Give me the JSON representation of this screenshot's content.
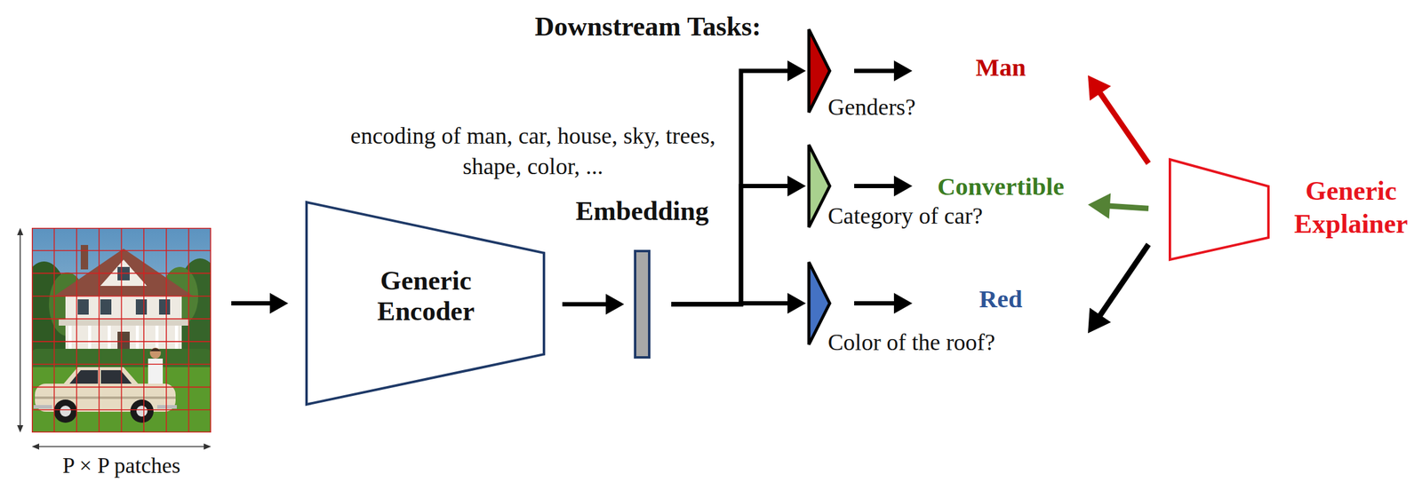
{
  "diagram": {
    "nodes": [
      {
        "text": [
          "P × P patches"
        ]
      },
      {
        "text": [
          "Generic Encoder"
        ]
      },
      {
        "text": [
          "Embedding"
        ]
      },
      {
        "text": [
          "Genders?"
        ]
      },
      {
        "text": [
          "Category of car?"
        ]
      },
      {
        "text": [
          "Color of the roof?"
        ]
      },
      {
        "text": [
          "Man"
        ]
      },
      {
        "text": [
          "Convertible"
        ]
      },
      {
        "text": [
          "Red"
        ]
      },
      {
        "text": [
          "Generic Explainer"
        ]
      }
    ],
    "edges": [
      {
        "from": 0,
        "to": 1,
        "arrow": "to"
      },
      {
        "from": 1,
        "to": 2,
        "arrow": "to"
      },
      {
        "from": 2,
        "to": 3,
        "arrow": "to"
      },
      {
        "from": 2,
        "to": 4,
        "arrow": "to"
      },
      {
        "from": 2,
        "to": 5,
        "arrow": "to"
      },
      {
        "from": 3,
        "to": 6,
        "arrow": "to"
      },
      {
        "from": 4,
        "to": 7,
        "arrow": "to"
      },
      {
        "from": 5,
        "to": 8,
        "arrow": "to"
      },
      {
        "from": 9,
        "to": 6,
        "arrow": "to"
      },
      {
        "from": 9,
        "to": 7,
        "arrow": "to"
      },
      {
        "from": 9,
        "to": 8,
        "arrow": "to"
      }
    ],
    "labels": [
      "encoding of man, car, house, sky, trees, shape, color, ...",
      "Downstream Tasks:"
    ]
  }
}
